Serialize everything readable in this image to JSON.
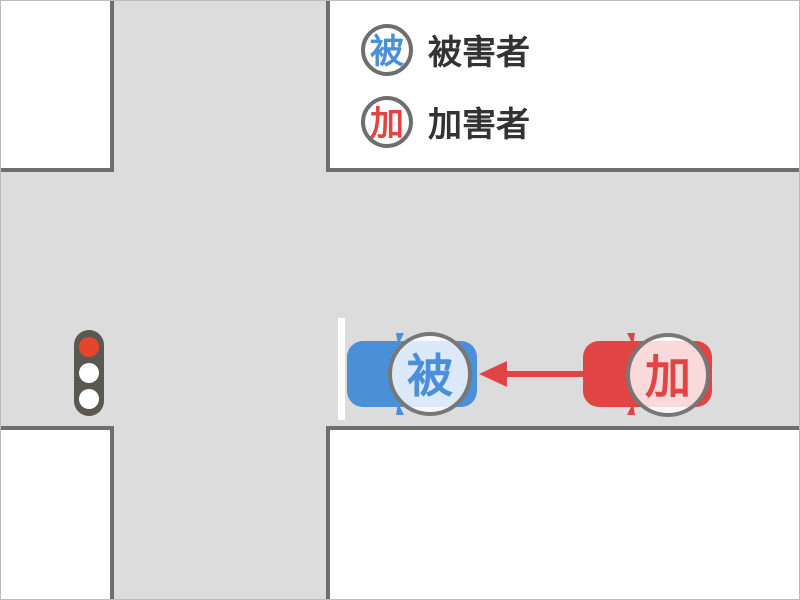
{
  "legend": [
    {
      "symbol": "被",
      "label": "被害者",
      "color": "#4a90d9"
    },
    {
      "symbol": "加",
      "label": "加害者",
      "color": "#e04444"
    }
  ],
  "vehicles": {
    "victim": {
      "symbol": "被",
      "color": "#4a90d9"
    },
    "offender": {
      "symbol": "加",
      "color": "#e04444"
    }
  },
  "traffic_light": {
    "state": "red",
    "red_color": "#e8442b"
  },
  "colors": {
    "road": "#dcdcdc",
    "curb": "#6e6e6e",
    "arrow": "#e04444"
  }
}
